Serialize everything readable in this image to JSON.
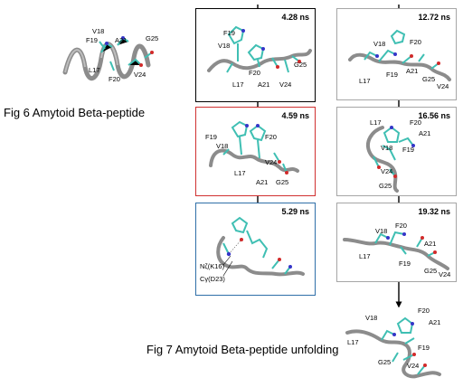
{
  "captions": {
    "fig6": "Fig 6 Amytoid Beta-peptide",
    "fig7": "Fig 7 Amytoid Beta-peptide unfolding"
  },
  "colors": {
    "black_frame": "#000000",
    "red_frame": "#d03030",
    "blue_frame": "#2f6fa8",
    "gray_frame": "#a6a6a6",
    "ribbon": "#8c8c8c",
    "carbon": "#3fbfb3",
    "nitrogen": "#3535c8",
    "oxygen": "#d22a2a"
  },
  "initial": {
    "labels": [
      "V18",
      "F19",
      "A21",
      "G25",
      "L17",
      "F20",
      "V24"
    ]
  },
  "panels": {
    "p428": {
      "time": "4.28 ns",
      "labels": [
        "F19",
        "V18",
        "G25",
        "F20",
        "L17",
        "A21",
        "V24"
      ]
    },
    "p459": {
      "time": "4.59 ns",
      "labels": [
        "F19",
        "F20",
        "V18",
        "V24",
        "L17",
        "A21",
        "G25"
      ]
    },
    "p529": {
      "time": "5.29 ns",
      "labels": [
        "Nζ(K16)",
        "Cγ(D23)"
      ]
    },
    "p1272": {
      "time": "12.72 ns",
      "labels": [
        "V18",
        "F20",
        "A21",
        "L17",
        "F19",
        "G25",
        "V24"
      ]
    },
    "p1656": {
      "time": "16.56 ns",
      "labels": [
        "L17",
        "F20",
        "V18",
        "A21",
        "F19",
        "V24",
        "G25"
      ]
    },
    "p1932": {
      "time": "19.32 ns",
      "labels": [
        "F20",
        "V18",
        "A21",
        "L17",
        "F19",
        "G25",
        "V24"
      ]
    },
    "pfinal": {
      "labels": [
        "F20",
        "V18",
        "A21",
        "L17",
        "F19",
        "G25",
        "V24"
      ]
    }
  }
}
